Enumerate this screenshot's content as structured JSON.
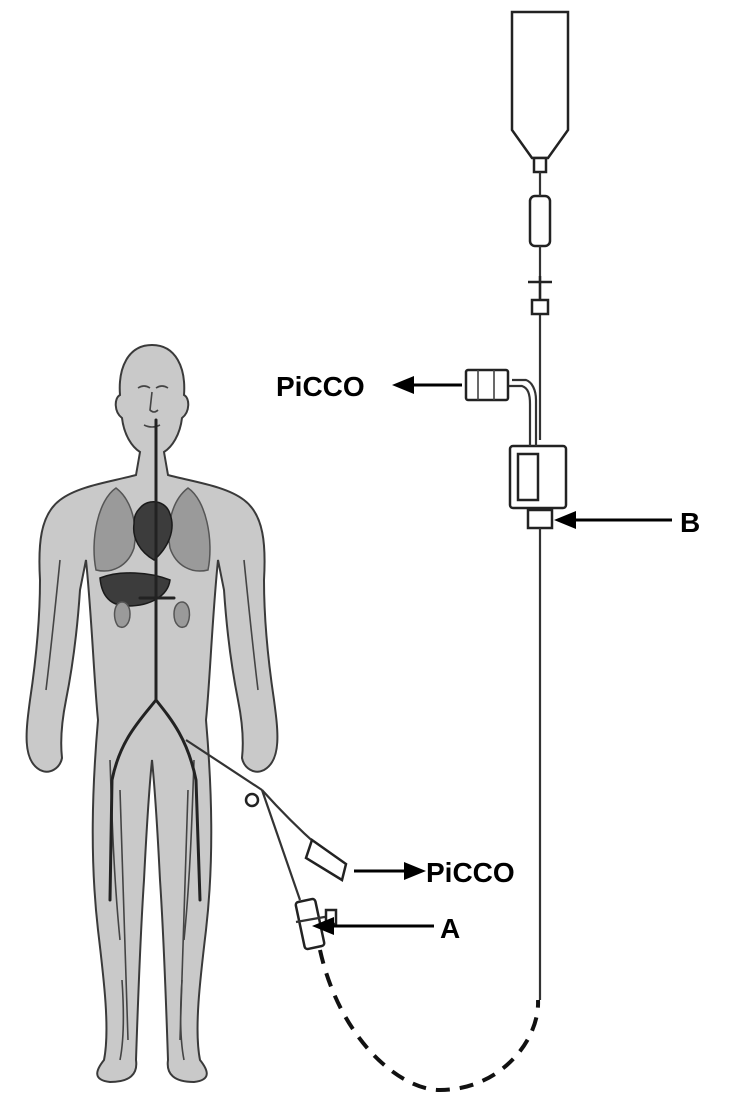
{
  "labels": {
    "picco_top": "PiCCO",
    "picco_bottom": "PiCCO",
    "marker_a": "A",
    "marker_b": "B"
  },
  "colors": {
    "background": "#ffffff",
    "skin": "#c9c9c9",
    "outline": "#3a3a3a",
    "lung": "#9a9a9a",
    "dark_organ": "#3c3c3c",
    "arrow": "#000000"
  },
  "icons": {
    "infusion_bag": "iv-bag-icon",
    "human_figure": "human-body-icon"
  }
}
